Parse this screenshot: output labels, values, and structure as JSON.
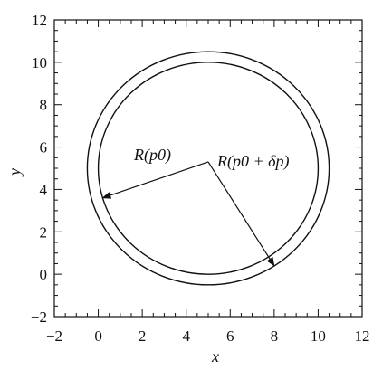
{
  "chart_data": {
    "type": "line",
    "title": "",
    "xlabel": "x",
    "ylabel": "y",
    "xlim": [
      -2,
      12
    ],
    "ylim": [
      -2,
      12
    ],
    "x_ticks": [
      "−2",
      "0",
      "2",
      "4",
      "6",
      "8",
      "10",
      "12"
    ],
    "y_ticks": [
      "−2",
      "0",
      "2",
      "4",
      "6",
      "8",
      "10",
      "12"
    ],
    "grid": false,
    "colors": {
      "line": "#111111",
      "background": "#ffffff"
    },
    "series": [
      {
        "shape": "circle",
        "center": [
          5,
          5
        ],
        "radius": 5
      },
      {
        "shape": "circle",
        "center": [
          5,
          5
        ],
        "radius": 5.5
      }
    ],
    "annotations": [
      {
        "label": "R(p0)",
        "from": [
          5,
          5.3
        ],
        "to": [
          0.2,
          3.6
        ]
      },
      {
        "label": "R(p0 + δp)",
        "from": [
          5,
          5.3
        ],
        "to": [
          8,
          0.4
        ]
      }
    ]
  }
}
